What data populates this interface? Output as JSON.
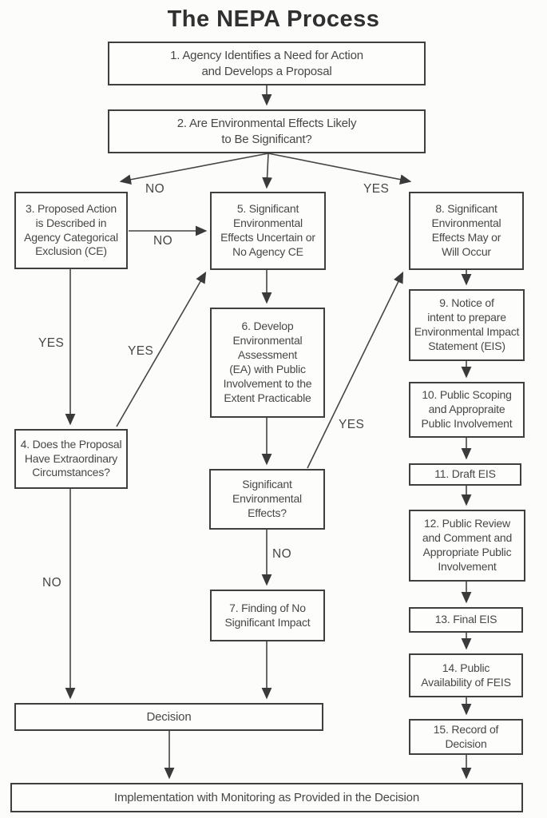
{
  "title": "The NEPA Process",
  "nodes": {
    "n1": {
      "label": "1. Agency Identifies a Need for Action\nand Develops a Proposal"
    },
    "n2": {
      "label": "2. Are Environmental Effects Likely\nto Be Significant?"
    },
    "n3": {
      "label": "3. Proposed Action\nis Described in\nAgency Categorical\nExclusion (CE)"
    },
    "n4": {
      "label": "4. Does the Proposal\nHave Extraordinary\nCircumstances?"
    },
    "n5": {
      "label": "5. Significant\nEnvironmental\nEffects Uncertain or\nNo Agency CE"
    },
    "n6": {
      "label": "6. Develop\nEnvironmental\nAssessment\n(EA) with Public\nInvolvement to the\nExtent Practicable"
    },
    "see": {
      "label": "Significant\nEnvironmental\nEffects?"
    },
    "n7": {
      "label": "7. Finding of No\nSignificant Impact"
    },
    "n8": {
      "label": "8. Significant\nEnvironmental\nEffects May or\nWill Occur"
    },
    "n9": {
      "label": "9. Notice of\nintent to prepare\nEnvironmental Impact\nStatement (EIS)"
    },
    "n10": {
      "label": "10. Public Scoping\nand Appropraite\nPublic Involvement"
    },
    "n11": {
      "label": "11. Draft EIS"
    },
    "n12": {
      "label": "12. Public Review\nand Comment and\nAppropriate Public\nInvolvement"
    },
    "n13": {
      "label": "13. Final EIS"
    },
    "n14": {
      "label": "14. Public\nAvailability of FEIS"
    },
    "n15": {
      "label": "15. Record of\nDecision"
    },
    "decision": {
      "label": "Decision"
    },
    "implementation": {
      "label": "Implementation with Monitoring as Provided in the Decision"
    }
  },
  "edge_labels": {
    "no_2_to_3": "NO",
    "yes_2_to_8": "YES",
    "no_3_to_5": "NO",
    "yes_3_to_4": "YES",
    "yes_4_to_5": "YES",
    "yes_see_to_8": "YES",
    "no_see_to_7": "NO",
    "no_4_to_decision": "NO"
  },
  "colors": {
    "ink": "#3f3f3f",
    "text": "#474747",
    "background": "#fcfcfb"
  }
}
